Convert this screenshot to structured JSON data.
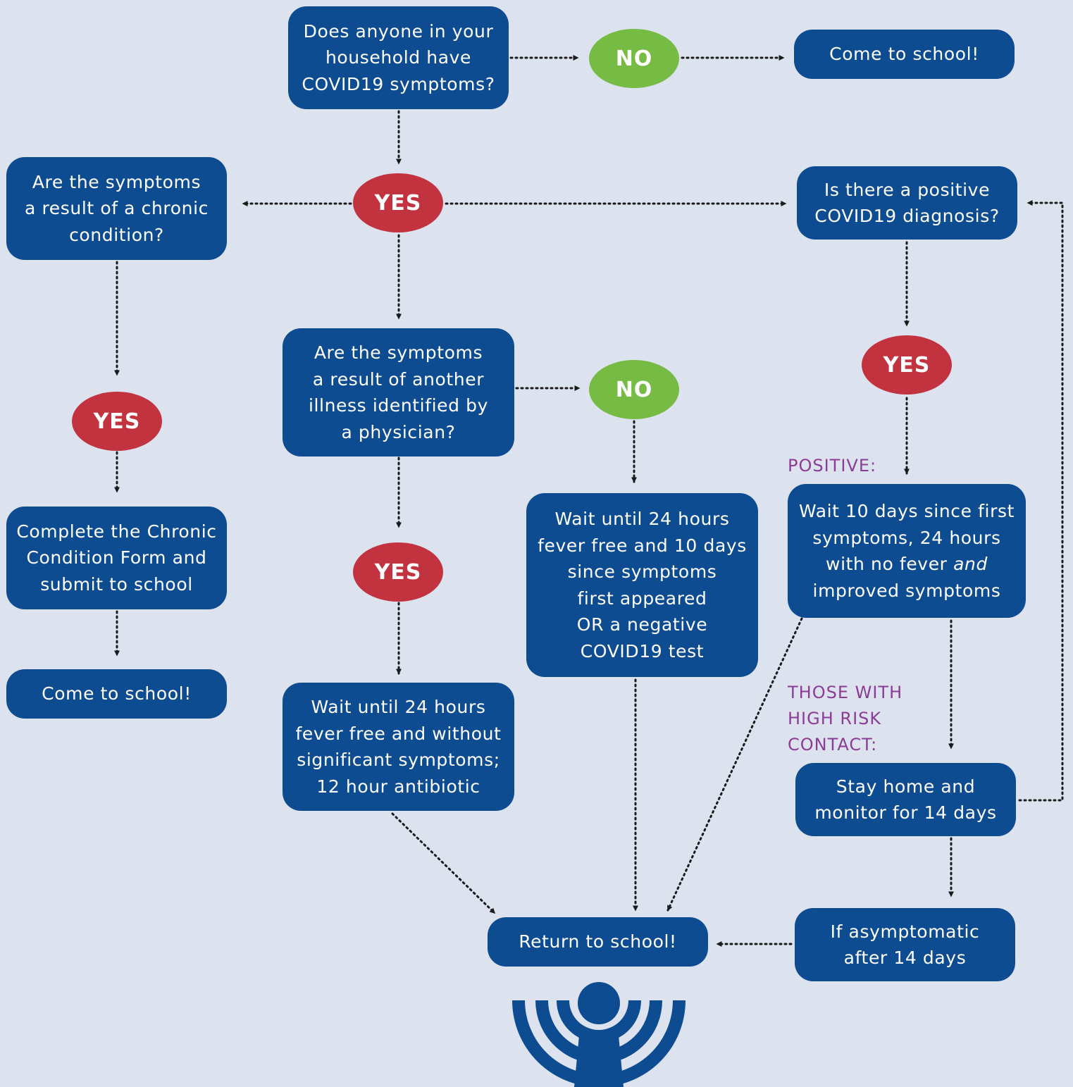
{
  "colors": {
    "background": "#dde2ef",
    "box": "#0e4c91",
    "yes": "#c3323f",
    "no": "#76bb43",
    "label": "#8b3d95",
    "connector": "#1a1a1a"
  },
  "nodes": {
    "q_household": {
      "lines": [
        "Does anyone in your",
        "household have",
        "COVID19 symptoms?"
      ]
    },
    "no_top": {
      "text": "NO"
    },
    "come_school_top": {
      "text": "Come to school!"
    },
    "yes_main": {
      "text": "YES"
    },
    "q_chronic": {
      "lines": [
        "Are the symptoms",
        "a result of a chronic",
        "condition?"
      ]
    },
    "yes_chronic": {
      "text": "YES"
    },
    "complete_form": {
      "lines": [
        "Complete the Chronic",
        "Condition Form and",
        "submit to school"
      ]
    },
    "come_school_left": {
      "text": "Come to school!"
    },
    "q_other_illness": {
      "lines": [
        "Are the symptoms",
        "a result of another",
        "illness identified by",
        "a physician?"
      ]
    },
    "no_mid": {
      "text": "NO"
    },
    "yes_illness": {
      "text": "YES"
    },
    "wait_antibiotic": {
      "lines": [
        "Wait until 24 hours",
        "fever free and without",
        "significant symptoms;",
        "12 hour antibiotic"
      ]
    },
    "wait_negative_test": {
      "lines": [
        "Wait until 24 hours",
        "fever free and 10 days",
        "since symptoms",
        "first appeared",
        "OR a negative",
        "COVID19 test"
      ]
    },
    "q_positive": {
      "lines": [
        "Is there a positive",
        "COVID19 diagnosis?"
      ]
    },
    "yes_positive": {
      "text": "YES"
    },
    "label_positive": {
      "text": "POSITIVE:"
    },
    "wait_10_days": {
      "lines": [
        "Wait 10 days since first",
        "symptoms, 24 hours",
        "with no fever ",
        "improved symptoms"
      ],
      "emphasis": "and"
    },
    "label_high_risk": {
      "lines": [
        "THOSE WITH",
        "HIGH RISK",
        "CONTACT:"
      ]
    },
    "stay_home": {
      "lines": [
        "Stay home and",
        "monitor for 14 days"
      ]
    },
    "asymptomatic": {
      "lines": [
        "If asymptomatic",
        "after 14 days"
      ]
    },
    "return_school": {
      "text": "Return to school!"
    }
  },
  "logo": {
    "icon": "person-with-arcs-logo"
  }
}
